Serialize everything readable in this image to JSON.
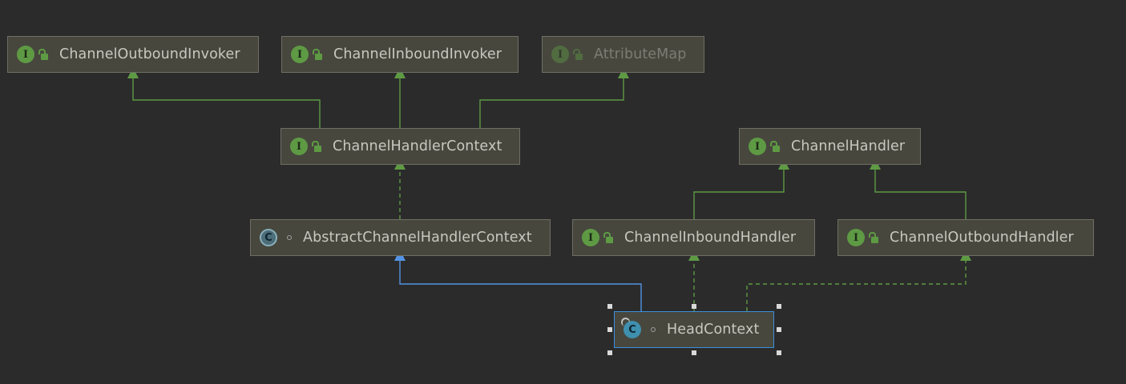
{
  "nodes": [
    {
      "id": "channel-outbound-invoker",
      "label": "ChannelOutboundInvoker",
      "kind": "interface",
      "icon": "interface-icon"
    },
    {
      "id": "channel-inbound-invoker",
      "label": "ChannelInboundInvoker",
      "kind": "interface",
      "icon": "interface-icon"
    },
    {
      "id": "attribute-map",
      "label": "AttributeMap",
      "kind": "interface",
      "icon": "interface-icon",
      "dimmed": true
    },
    {
      "id": "channel-handler-context",
      "label": "ChannelHandlerContext",
      "kind": "interface",
      "icon": "interface-icon"
    },
    {
      "id": "channel-handler",
      "label": "ChannelHandler",
      "kind": "interface",
      "icon": "interface-icon"
    },
    {
      "id": "abstract-channel-handler-context",
      "label": "AbstractChannelHandlerContext",
      "kind": "abstract-class",
      "icon": "abstract-class-icon"
    },
    {
      "id": "channel-inbound-handler",
      "label": "ChannelInboundHandler",
      "kind": "interface",
      "icon": "interface-icon"
    },
    {
      "id": "channel-outbound-handler",
      "label": "ChannelOutboundHandler",
      "kind": "interface",
      "icon": "interface-icon"
    },
    {
      "id": "head-context",
      "label": "HeadContext",
      "kind": "class",
      "icon": "class-icon",
      "selected": true
    }
  ],
  "edges": [
    {
      "from": "channel-handler-context",
      "to": "channel-outbound-invoker",
      "type": "extends"
    },
    {
      "from": "channel-handler-context",
      "to": "channel-inbound-invoker",
      "type": "extends"
    },
    {
      "from": "channel-handler-context",
      "to": "attribute-map",
      "type": "extends"
    },
    {
      "from": "abstract-channel-handler-context",
      "to": "channel-handler-context",
      "type": "implements"
    },
    {
      "from": "channel-inbound-handler",
      "to": "channel-handler",
      "type": "extends"
    },
    {
      "from": "channel-outbound-handler",
      "to": "channel-handler",
      "type": "extends"
    },
    {
      "from": "head-context",
      "to": "abstract-channel-handler-context",
      "type": "class-extends"
    },
    {
      "from": "head-context",
      "to": "channel-inbound-handler",
      "type": "implements"
    },
    {
      "from": "head-context",
      "to": "channel-outbound-handler",
      "type": "implements"
    }
  ],
  "colors": {
    "background": "#2b2b2b",
    "interface_edge": "#5e9a44",
    "class_edge": "#5393e3",
    "selection": "#3a8fdc"
  },
  "badges": {
    "interface": "I",
    "class": "C"
  }
}
